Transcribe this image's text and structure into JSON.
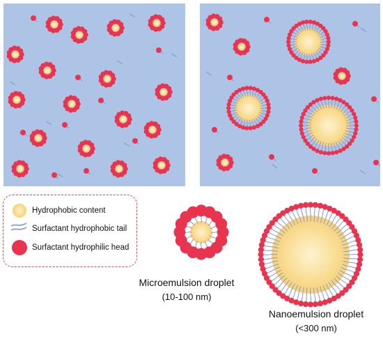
{
  "colors": {
    "water": "#aec4e6",
    "head": "#e8344f",
    "tail": "#8f9fcf",
    "core_inner": "#fdf3d1",
    "core_outer": "#f7d173",
    "legend_border": "#e4424e"
  },
  "legend": {
    "items": [
      {
        "label": "Hydrophobic content",
        "icon": "oil-core-icon"
      },
      {
        "label": "Surfactant hydrophobic tail",
        "icon": "surfactant-tail-icon"
      },
      {
        "label": "Surfactant hydrophilic head",
        "icon": "surfactant-head-icon"
      }
    ]
  },
  "captions": {
    "micro_title": "Microemulsion droplet",
    "micro_size": "(10-100 nm)",
    "nano_title": "Nanoemulsion droplet",
    "nano_size": "(<300 nm)"
  }
}
